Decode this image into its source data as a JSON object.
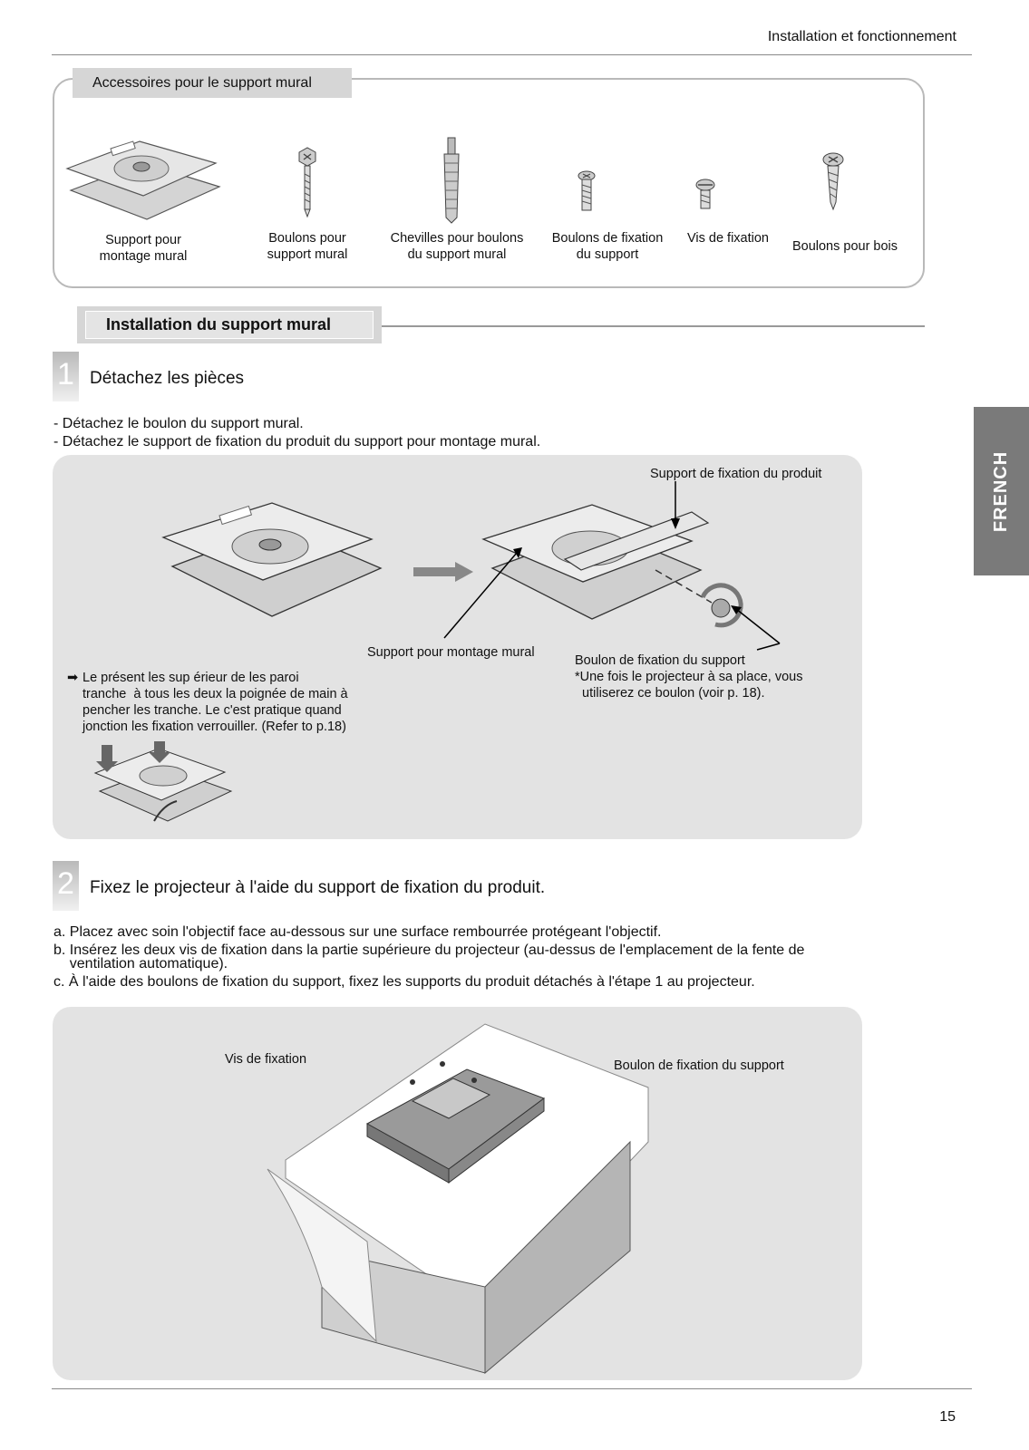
{
  "header": {
    "section": "Installation et fonctionnement"
  },
  "accessories": {
    "title": "Accessoires pour le support mural",
    "items": [
      {
        "icon": "wall-mount-bracket-icon",
        "label": "Support pour\nmontage mural"
      },
      {
        "icon": "wall-bolt-icon",
        "label": "Boulons pour\nsupport mural"
      },
      {
        "icon": "wall-anchor-icon",
        "label": "Chevilles pour boulons\ndu support mural"
      },
      {
        "icon": "fixing-bolt-icon",
        "label": "Boulons de fixation\ndu support"
      },
      {
        "icon": "fixing-screw-icon",
        "label": "Vis de fixation"
      },
      {
        "icon": "wood-screw-icon",
        "label": "Boulons pour bois"
      }
    ]
  },
  "installation": {
    "title": "Installation du support mural",
    "step1": {
      "number": "1",
      "title": "Détachez les pièces",
      "lines": [
        "- Détachez le boulon du support mural.",
        "- Détachez le support de fixation du produit du support pour montage mural."
      ],
      "callouts": {
        "product_bracket": "Support de fixation du produit",
        "wall_bracket": "Support pour montage mural",
        "bracket_bolt": "Boulon de fixation du support",
        "bolt_note": "*Une fois le projecteur à sa place, vous\n  utiliserez ce boulon (voir p. 18).",
        "note_arrow": "➡",
        "note": "Le présent les sup érieur de les paroi\ntranche  à tous les deux la poignée de main à\npencher les tranche. Le c'est pratique quand\njonction les fixation verrouiller. (Refer to p.18)"
      }
    },
    "step2": {
      "number": "2",
      "title": "Fixez le projecteur à l'aide du support de fixation du produit.",
      "lines": [
        "a. Placez avec soin l'objectif face au-dessous sur une surface rembourrée protégeant l'objectif.",
        "b. Insérez les deux vis de fixation dans la partie supérieure du projecteur (au-dessus de l'emplacement de la fente de",
        "    ventilation automatique).",
        "c. À l'aide des boulons de fixation du support, fixez les supports du produit détachés à l'étape 1 au projecteur."
      ],
      "callouts": {
        "screw": "Vis de fixation",
        "bolt": "Boulon de fixation du support"
      }
    }
  },
  "side_tab": "FRENCH",
  "page_number": "15"
}
